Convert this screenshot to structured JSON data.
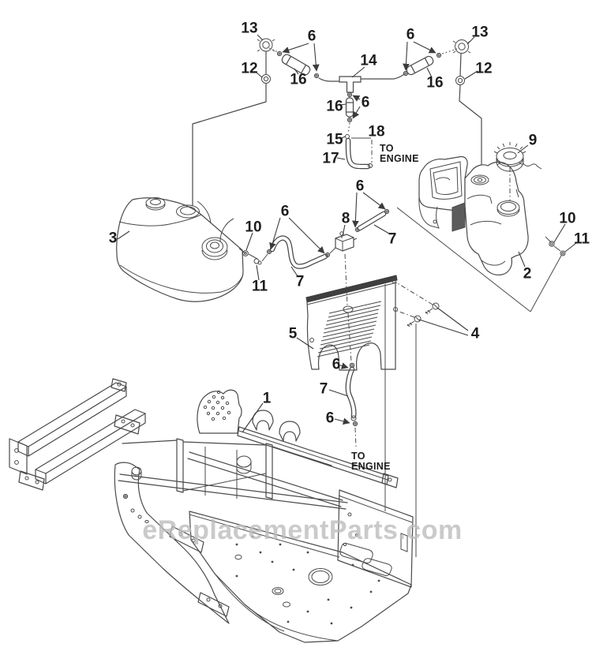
{
  "diagram": {
    "watermark": "eReplacementParts.com",
    "annotations": {
      "to_engine_top": {
        "line1": "TO",
        "line2": "ENGINE"
      },
      "to_engine_bottom": {
        "line1": "TO",
        "line2": "ENGINE"
      }
    },
    "callouts": {
      "c13_left": "13",
      "c6_top_left": "6",
      "c14": "14",
      "c6_top_right": "6",
      "c13_right": "13",
      "c12_left": "12",
      "c16_left": "16",
      "c16_right": "16",
      "c12_right": "12",
      "c16_mid": "16",
      "c6_mid": "6",
      "c15": "15",
      "c18": "18",
      "c17": "17",
      "c9": "9",
      "c3": "3",
      "c10_left": "10",
      "c6_tank_left": "6",
      "c11_left": "11",
      "c7_left": "7",
      "c8": "8",
      "c6_valve": "6",
      "c7_valve": "7",
      "c10_right": "10",
      "c11_right": "11",
      "c2": "2",
      "c5": "5",
      "c4": "4",
      "c6_down1": "6",
      "c7_down": "7",
      "c6_down2": "6",
      "c1": "1"
    },
    "colors": {
      "line": "#4a4a4a",
      "label": "#1d1d1d",
      "watermark": "#bcbcbc"
    }
  }
}
